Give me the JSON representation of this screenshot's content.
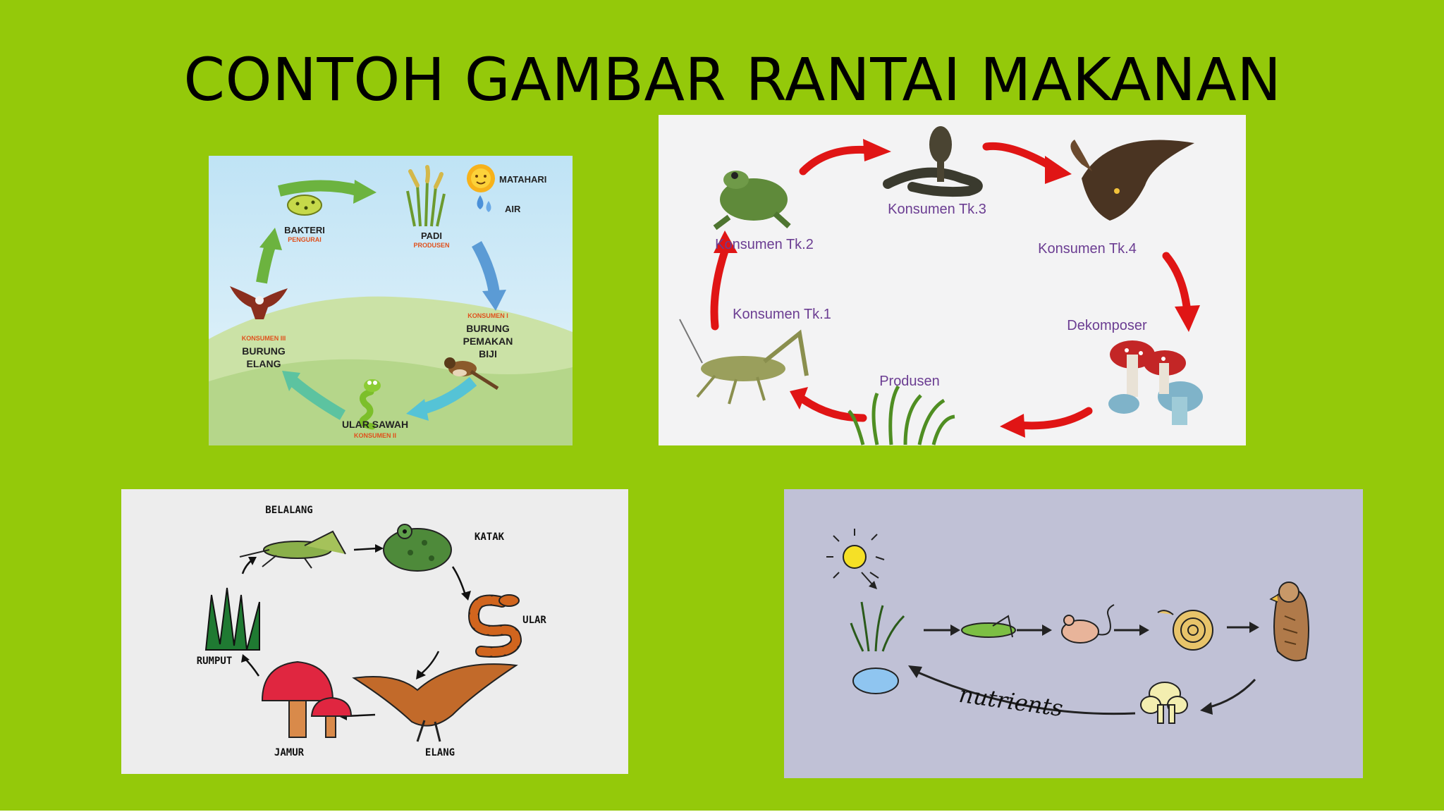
{
  "slide": {
    "title": "CONTOH GAMBAR RANTAI MAKANAN",
    "background": "#94c90a"
  },
  "panel1": {
    "labels": {
      "matahari": "MATAHARI",
      "air": "AIR",
      "padi": "PADI",
      "padi_role": "PRODUSEN",
      "konsumen1_role": "KONSUMEN I",
      "burung_l1": "BURUNG",
      "burung_l2": "PEMAKAN",
      "burung_l3": "BIJI",
      "ular": "ULAR SAWAH",
      "ular_role": "KONSUMEN II",
      "elang_role": "KONSUMEN III",
      "elang_l1": "BURUNG",
      "elang_l2": "ELANG",
      "bakteri": "BAKTERI",
      "bakteri_role": "PENGURAI"
    }
  },
  "panel2": {
    "labels": {
      "k1": "Konsumen Tk.1",
      "k2": "Konsumen Tk.2",
      "k3": "Konsumen Tk.3",
      "k4": "Konsumen Tk.4",
      "dekomposer": "Dekomposer",
      "produsen": "Produsen"
    }
  },
  "panel3": {
    "labels": {
      "belalang": "BELALANG",
      "katak": "KATAK",
      "ular": "ULAR",
      "elang": "ELANG",
      "jamur": "JAMUR",
      "rumput": "RUMPUT"
    }
  },
  "panel4": {
    "labels": {
      "nutrients": "nutrients"
    }
  }
}
